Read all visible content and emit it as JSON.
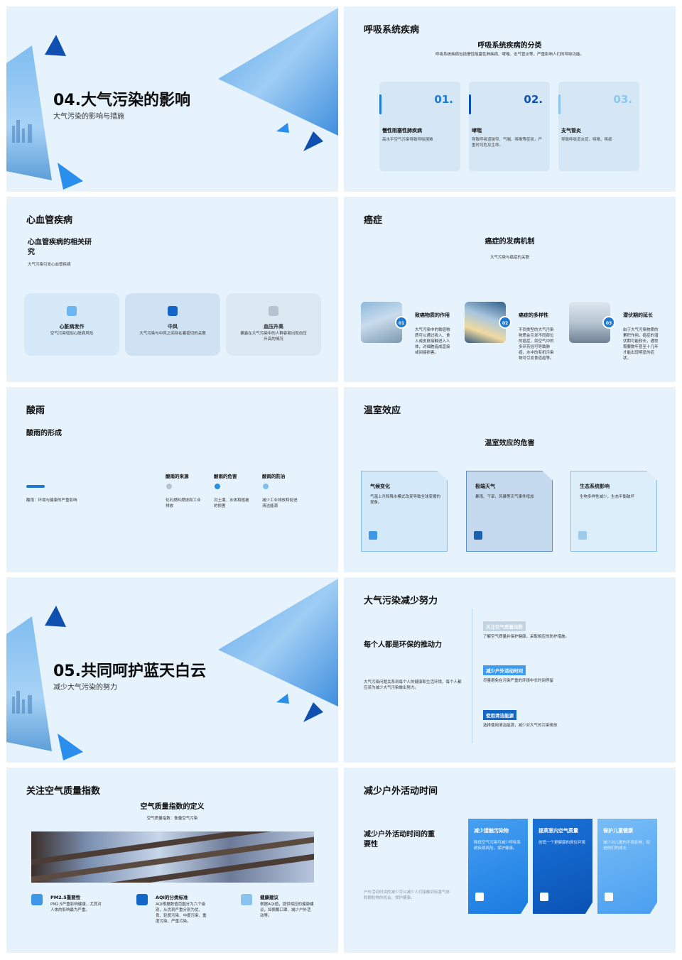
{
  "slides": {
    "s1": {
      "title": "04.大气污染的影响",
      "subtitle": "大气污染的影响与措施"
    },
    "s2": {
      "title": "呼吸系统疾病",
      "heading": "呼吸系统疾病的分类",
      "desc": "呼吸系统疾病包括慢性阻塞性肺疾病、哮喘、支气管炎等，严重影响人们的呼吸功能。",
      "cards": [
        {
          "num": "01.",
          "title": "慢性阻塞性肺疾病",
          "desc": "高水平空气污染导致呼吸困难"
        },
        {
          "num": "02.",
          "title": "哮喘",
          "desc": "导致呼吸道狭窄、气喘、咳嗽等症状，严重时可危及生命。"
        },
        {
          "num": "03.",
          "title": "支气管炎",
          "desc": "导致呼吸道炎症，咳嗽、咳痰"
        }
      ]
    },
    "s3": {
      "title": "心血管疾病",
      "heading": "心血管疾病的相关研究",
      "desc": "大气污染引发心血管疾病",
      "cards": [
        {
          "title": "心脏病发作",
          "desc": "空气污染增加心脏病风险"
        },
        {
          "title": "中风",
          "desc": "大气污染与中风之间存在着密切的关联"
        },
        {
          "title": "血压升高",
          "desc": "暴露在大气污染中的人群容易出现血压升高的情况"
        }
      ]
    },
    "s4": {
      "title": "癌症",
      "heading": "癌症的发病机制",
      "desc": "大气污染与癌症的关联",
      "items": [
        {
          "badge": "01",
          "title": "致癌物质的作用",
          "desc": "大气污染中的致癌物质可以通过吸入、食入或皮肤接触进入人体，对细胞造成直接或间接损害。"
        },
        {
          "badge": "02",
          "title": "癌症的多样性",
          "desc": "不同类型的大气污染物质会引发不同部位的癌症，如空气中的多环芳烃可导致肺癌，水中的有机污染物可引发食道癌等。"
        },
        {
          "badge": "03",
          "title": "潜伏期的延长",
          "desc": "由于大气污染物质的累积作用，癌症的潜伏期可能较长，通常需要数年甚至十几年才能出现明显的症状。"
        }
      ]
    },
    "s5": {
      "title": "酸雨",
      "heading": "酸雨的形成",
      "desc": "酸雨：环境与健康的严重影响",
      "cols": [
        {
          "title": "酸雨的来源",
          "desc": "化石燃料燃烧和工业排放",
          "color": "#b9c3cc"
        },
        {
          "title": "酸雨的危害",
          "desc": "对土壤、水体和植被的损害",
          "color": "#2b8fe0"
        },
        {
          "title": "酸雨的防治",
          "desc": "减少工业排放和促进清洁能源",
          "color": "#7fbff0"
        }
      ]
    },
    "s6": {
      "title": "温室效应",
      "heading": "温室效应的危害",
      "cards": [
        {
          "title": "气候变化",
          "desc": "气温上升和降水模式改变导致全球变暖的现象。"
        },
        {
          "title": "极端天气",
          "desc": "暴雨、干旱、风暴等天气事件增加"
        },
        {
          "title": "生态系统影响",
          "desc": "生物多样性减少，生态平衡破坏"
        }
      ]
    },
    "s7": {
      "title": "05.共同呵护蓝天白云",
      "subtitle": "减少大气污染的努力"
    },
    "s8": {
      "title": "大气污染减少努力",
      "heading": "每个人都是环保的推动力",
      "desc": "大气污染问题关系到每个人的健康和生活环境，每个人都应该为减少大气污染做出努力。",
      "items": [
        {
          "tag": "关注空气质量指数",
          "desc": "了解空气质量并保护健康，采取相应的防护措施。"
        },
        {
          "tag": "减少户外活动时间",
          "desc": "尽量避免在污染严重的环境中长时间停留"
        },
        {
          "tag": "使用清洁能源",
          "desc": "选择使用清洁能源，减少对大气的污染排放"
        }
      ]
    },
    "s9": {
      "title": "关注空气质量指数",
      "heading": "空气质量指数的定义",
      "desc": "空气质量指数：衡量空气污染",
      "items": [
        {
          "title": "PM2.5重要性",
          "desc": "PM2.5严重影响健康，尤其对人体的影响最为严重。"
        },
        {
          "title": "AQI的分类标准",
          "desc": "AQI根据数值范围分为六个级别，从优到严重分别为优、良、轻度污染、中度污染、重度污染、严重污染。"
        },
        {
          "title": "健康建议",
          "desc": "根据AQI值，提供相应的健康建议，如佩戴口罩、减少户外活动等。"
        }
      ]
    },
    "s10": {
      "title": "减少户外活动时间",
      "heading": "减少户外活动时间的重要性",
      "desc": "户外活动时间的减少可以减少人们接触到有害气体和颗粒物的机会，保护健康。",
      "cards": [
        {
          "title": "减少接触污染物",
          "desc": "降低空气污染可减少呼吸系统疾病风险，保护健康。",
          "color": "#2e8ff0"
        },
        {
          "title": "提高室内空气质量",
          "desc": "创造一个更健康的居住环境",
          "color": "#0e62c9"
        },
        {
          "title": "保护儿童健康",
          "desc": "减少对儿童的不良影响，促进他们的成长",
          "color": "#5eaef5"
        }
      ]
    }
  },
  "colors": {
    "accent": "#1f78d1",
    "slide_bg": "#e6f2fc",
    "dark_blue": "#0e4fb0"
  }
}
